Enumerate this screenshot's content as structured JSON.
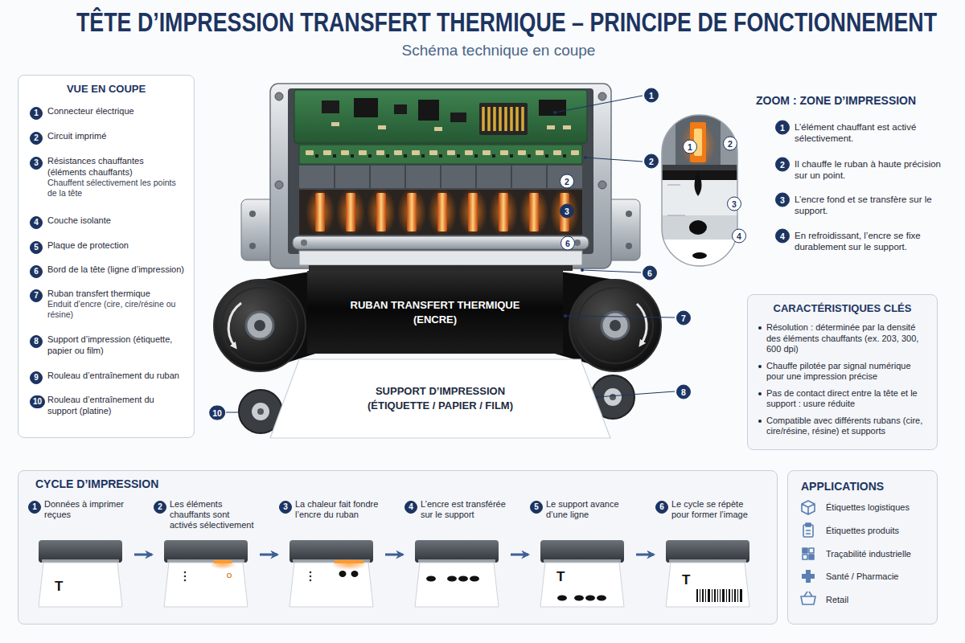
{
  "diagram": {
    "title": "TÊTE D’IMPRESSION TRANSFERT THERMIQUE – PRINCIPE DE FONCTIONNEMENT",
    "nodes": [
      {
        "text": [
          "VUE EN COUPE",
          "1",
          "Connecteur électrique",
          "2",
          "Circuit imprimé",
          "3",
          "Résistances chauffantes (éléments chauffants)",
          "Chauffent sélectivement les points de la tête",
          "4",
          "Couche isolante",
          "5",
          "Plaque de protection",
          "6",
          "Bord de la tête (ligne d’impression)",
          "7",
          "Ruban transfert thermique",
          "Enduit d’encre (cire, cire/résine ou résine)",
          "8",
          "Support d’impression (étiquette, papier ou film)",
          "9",
          "Rouleau d’entraînement du ruban",
          "10",
          "Rouleau d’entraînement du support (platine)"
        ]
      },
      {
        "text": [
          "RUBAN TRANSFERT THERMIQUE (ENCRE)"
        ]
      },
      {
        "text": [
          "SUPPORT D’IMPRESSION (ÉTIQUETTE / PAPIER / FILM)"
        ]
      },
      {
        "text": [
          "CARACTÉRISTIQUES CLÉS",
          "Résolution : déterminée par la densité des éléments chauffants (ex. 203, 300, 600 dpi)",
          "Chauffe pilotée par signal numérique pour une impression précise",
          "Pas de contact direct entre la tête et le support : usure réduite",
          "Compatible avec différents rubans (cire, cire/résine, résine) et supports"
        ]
      },
      {
        "text": [
          "CYCLE D’IMPRESSION"
        ]
      },
      {
        "text": [
          "1",
          "Données à imprimer reçues",
          "T"
        ],
        "in": 4
      },
      {
        "text": [
          "2",
          "Les éléments chauffants sont activés sélectivement"
        ],
        "in": 4
      },
      {
        "text": [
          "3",
          "La chaleur fait fondre l’encre du ruban"
        ],
        "in": 4
      },
      {
        "text": [
          "4",
          "L’encre est transférée sur le support"
        ],
        "in": 4
      },
      {
        "text": [
          "5",
          "Le support avance d’une ligne",
          "T"
        ],
        "in": 4
      },
      {
        "text": [
          "6",
          "Le cycle se répète pour former l’image",
          "T"
        ],
        "in": 4
      },
      {
        "text": [
          "APPLICATIONS",
          "Étiquettes logistiques",
          "Étiquettes produits",
          "Traçabilité industrielle",
          "Santé / Pharmacie",
          "Retail"
        ]
      }
    ],
    "edges": [
      {
        "from": 5,
        "to": 6,
        "arrow": "to"
      },
      {
        "from": 6,
        "to": 7,
        "arrow": "to"
      },
      {
        "from": 7,
        "to": 8,
        "arrow": "to"
      },
      {
        "from": 8,
        "to": 9,
        "arrow": "to"
      },
      {
        "from": 9,
        "to": 10,
        "arrow": "to"
      }
    ],
    "labels": [
      "Schéma technique en coupe",
      "1",
      "2",
      "2",
      "3",
      "6",
      "6",
      "7",
      "8",
      "10",
      "ZOOM : ZONE D’IMPRESSION",
      "1",
      "2",
      "3",
      "4",
      "1",
      "L’élément chauffant est activé sélectivement.",
      "2",
      "Il chauffe le ruban à haute précision sur un point.",
      "3",
      "L’encre fond et se transfère sur le support.",
      "4",
      "En refroidissant, l’encre se fixe durablement sur le support."
    ]
  }
}
